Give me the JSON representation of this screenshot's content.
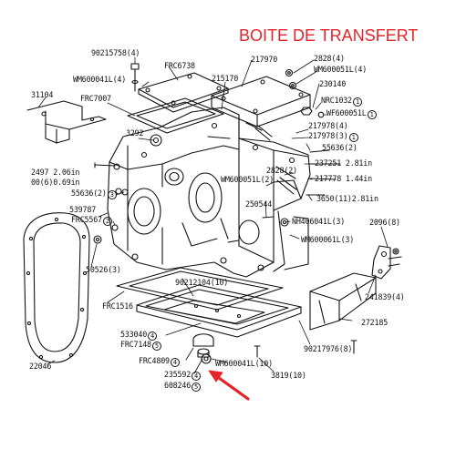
{
  "title": "BOITE DE TRANSFERT",
  "accent_color": "#e5242a",
  "labels": [
    {
      "id": "l01",
      "text": "90215758(4)"
    },
    {
      "id": "l02",
      "text": "FRC6738"
    },
    {
      "id": "l03",
      "text": "WM600041L(4)"
    },
    {
      "id": "l04",
      "text": "217970"
    },
    {
      "id": "l05",
      "text": "2828(4)"
    },
    {
      "id": "l06",
      "text": "WM600051L(4)"
    },
    {
      "id": "l07",
      "text": "230140"
    },
    {
      "id": "l08",
      "text": "215170"
    },
    {
      "id": "l09",
      "text": "31104"
    },
    {
      "id": "l10",
      "text": "FRC7007"
    },
    {
      "id": "l11",
      "text": "NRC1032",
      "circle": "1"
    },
    {
      "id": "l12",
      "text": "WF600051L",
      "circle": "1"
    },
    {
      "id": "l13",
      "text": "217978(4)"
    },
    {
      "id": "l14",
      "text": "217978(3)",
      "circle": "1"
    },
    {
      "id": "l15",
      "text": "3292"
    },
    {
      "id": "l16",
      "text": "55636(2)"
    },
    {
      "id": "l17",
      "text": "2828(2)"
    },
    {
      "id": "l18",
      "text": "237251 2.81in"
    },
    {
      "id": "l19",
      "text": "2497 2.06in"
    },
    {
      "id": "l20",
      "text": "00(6)0.69in"
    },
    {
      "id": "l21",
      "text": "217778 1.44in"
    },
    {
      "id": "l22",
      "text": "55636(2)",
      "circle": "3"
    },
    {
      "id": "l23",
      "text": "WM600051L(2)"
    },
    {
      "id": "l24",
      "text": "3650(11)2.81in"
    },
    {
      "id": "l25",
      "text": "539787"
    },
    {
      "id": "l26",
      "text": "FRC5567",
      "circle": "2"
    },
    {
      "id": "l27",
      "text": "250544"
    },
    {
      "id": "l28",
      "text": "NH406041L(3)"
    },
    {
      "id": "l29",
      "text": "2096(8)"
    },
    {
      "id": "l30",
      "text": "WM600061L(3)"
    },
    {
      "id": "l31",
      "text": "50526(3)"
    },
    {
      "id": "l32",
      "text": "90212104(10)"
    },
    {
      "id": "l33",
      "text": "241839(4)"
    },
    {
      "id": "l34",
      "text": "FRC1516"
    },
    {
      "id": "l35",
      "text": "272185"
    },
    {
      "id": "l36",
      "text": "533040",
      "circle": "4"
    },
    {
      "id": "l37",
      "text": "FRC7148",
      "circle": "5"
    },
    {
      "id": "l38",
      "text": "90217976(8)"
    },
    {
      "id": "l39",
      "text": "22046"
    },
    {
      "id": "l40",
      "text": "FRC4809",
      "circle": "4"
    },
    {
      "id": "l41",
      "text": "WM600041L(10)"
    },
    {
      "id": "l42",
      "text": "3819(10)"
    },
    {
      "id": "l43",
      "text": "235592",
      "circle": "4"
    },
    {
      "id": "l44",
      "text": "608246",
      "circle": "5"
    }
  ]
}
